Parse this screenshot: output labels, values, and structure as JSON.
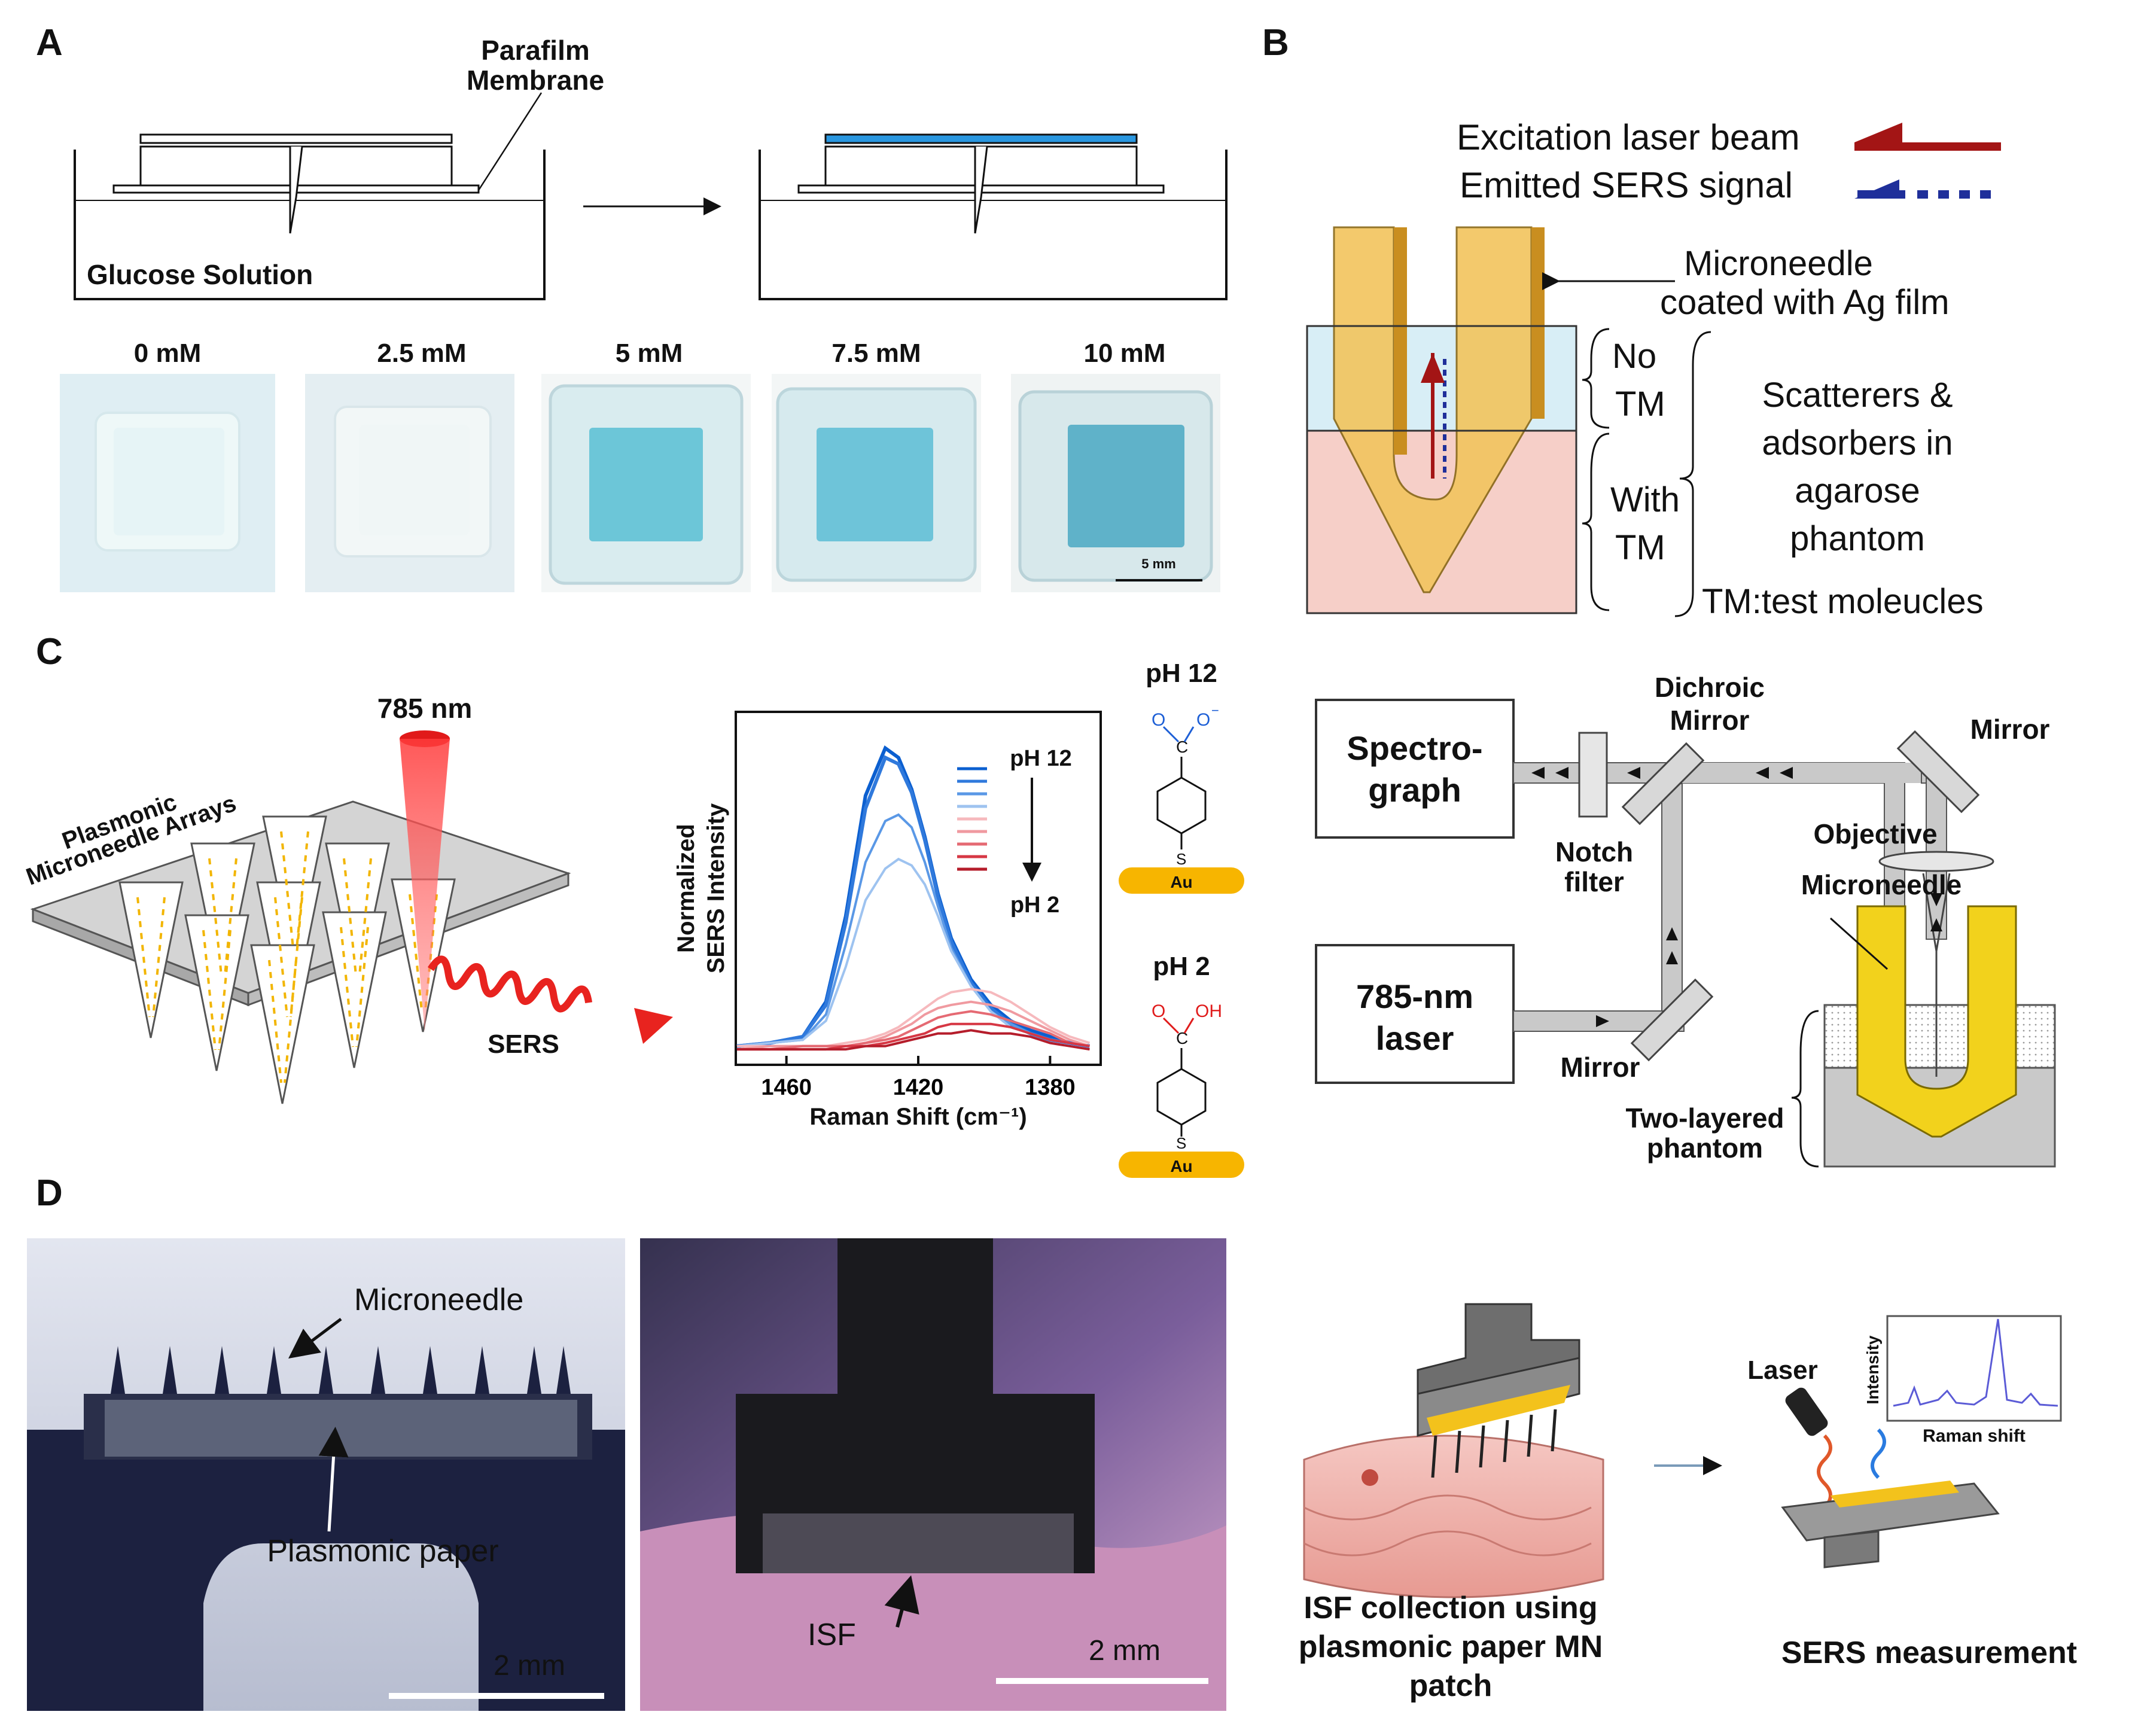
{
  "panels": {
    "a": {
      "letter": "A",
      "parafilm_label_1": "Parafilm",
      "parafilm_label_2": "Membrane",
      "solution_label": "Glucose Solution",
      "concentrations": [
        "0 mM",
        "2.5 mM",
        "5 mM",
        "7.5 mM",
        "10 mM"
      ],
      "patch_colors": [
        "#e6f4f6",
        "#f0f6f6",
        "#6cc6d8",
        "#6ec4d9",
        "#5fb2c9"
      ],
      "scale_bar_label": "5 mm"
    },
    "b": {
      "letter": "B",
      "legend": {
        "excitation": "Excitation laser beam",
        "emitted": "Emitted SERS signal"
      },
      "needle_label_1": "Microneedle",
      "needle_label_2": "coated with Ag film",
      "no_tm_1": "No",
      "no_tm_2": "TM",
      "with_tm_1": "With",
      "with_tm_2": "TM",
      "phantom_lines": [
        "Scatterers &",
        "adsorbers in",
        "agarose",
        "phantom"
      ],
      "tm_note": "TM:test moleucles",
      "setup": {
        "spectrograph_1": "Spectro-",
        "spectrograph_2": "graph",
        "dichroic_1": "Dichroic",
        "dichroic_2": "Mirror",
        "mirror_top": "Mirror",
        "notch_1": "Notch",
        "notch_2": "filter",
        "objective": "Objective",
        "microneedle": "Microneedle",
        "laser_1": "785-nm",
        "laser_2": "laser",
        "mirror_bottom": "Mirror",
        "phantom_1": "Two-layered",
        "phantom_2": "phantom"
      },
      "colors": {
        "excitation": "#a31515",
        "emitted": "#1f2f9a",
        "needle": "#f2c560",
        "phantom": "#f6cfc8"
      }
    },
    "c": {
      "letter": "C",
      "array_label_1": "Plasmonic",
      "array_label_2": "Microneedle Arrays",
      "laser_label": "785 nm",
      "sers_label": "SERS",
      "ph_high": "pH 12",
      "ph_low": "pH 2",
      "au": "Au",
      "s": "S",
      "o": "O",
      "o_minus": "O",
      "oh": "OH",
      "c": "C",
      "colors": {
        "ph_high": "#1d5fd6",
        "ph_low": "#e01b1b",
        "au": "#f7b500"
      }
    },
    "d": {
      "letter": "D",
      "photo1_label_needle": "Microneedle",
      "photo1_label_paper": "Plasmonic paper",
      "photo1_scale": "2 mm",
      "photo2_label_isf": "ISF",
      "photo2_scale": "2 mm",
      "collection_caption": [
        "ISF collection using",
        "plasmonic paper MN",
        "patch"
      ],
      "laser_label": "Laser",
      "inset_ylabel": "Intensity",
      "inset_xlabel": "Raman shift",
      "measurement_caption": "SERS measurement"
    }
  },
  "chart_data": {
    "type": "line",
    "title": "",
    "xlabel": "Raman Shift (cm⁻¹)",
    "ylabel": "Normalized SERS Intensity",
    "xlim": [
      1475,
      1365
    ],
    "xticks": [
      1460,
      1420,
      1380
    ],
    "ylim": [
      0,
      1
    ],
    "x": [
      1475,
      1465,
      1455,
      1448,
      1442,
      1436,
      1430,
      1426,
      1422,
      1418,
      1414,
      1410,
      1404,
      1398,
      1392,
      1386,
      1380,
      1374,
      1368
    ],
    "legend_top": "pH 12",
    "legend_bottom": "pH 2",
    "series": [
      {
        "color": "#0b5fd0",
        "values": [
          0.04,
          0.05,
          0.07,
          0.18,
          0.45,
          0.83,
          0.98,
          0.95,
          0.85,
          0.7,
          0.52,
          0.38,
          0.25,
          0.17,
          0.12,
          0.09,
          0.07,
          0.05,
          0.04
        ]
      },
      {
        "color": "#2f79dc",
        "values": [
          0.04,
          0.05,
          0.07,
          0.17,
          0.43,
          0.79,
          0.95,
          0.93,
          0.84,
          0.69,
          0.51,
          0.37,
          0.24,
          0.16,
          0.11,
          0.08,
          0.06,
          0.05,
          0.04
        ]
      },
      {
        "color": "#5a98e6",
        "values": [
          0.04,
          0.05,
          0.06,
          0.14,
          0.36,
          0.62,
          0.75,
          0.77,
          0.73,
          0.62,
          0.48,
          0.35,
          0.23,
          0.15,
          0.11,
          0.08,
          0.06,
          0.05,
          0.04
        ]
      },
      {
        "color": "#9ec3f0",
        "values": [
          0.04,
          0.05,
          0.06,
          0.12,
          0.29,
          0.5,
          0.6,
          0.63,
          0.61,
          0.55,
          0.45,
          0.34,
          0.23,
          0.15,
          0.1,
          0.08,
          0.06,
          0.05,
          0.04
        ]
      },
      {
        "color": "#f6b9bd",
        "values": [
          0.04,
          0.04,
          0.04,
          0.04,
          0.05,
          0.06,
          0.08,
          0.1,
          0.13,
          0.16,
          0.19,
          0.21,
          0.22,
          0.21,
          0.18,
          0.14,
          0.1,
          0.07,
          0.05
        ]
      },
      {
        "color": "#f09aa0",
        "values": [
          0.03,
          0.04,
          0.04,
          0.04,
          0.04,
          0.05,
          0.07,
          0.09,
          0.11,
          0.14,
          0.16,
          0.17,
          0.18,
          0.17,
          0.15,
          0.12,
          0.09,
          0.06,
          0.04
        ]
      },
      {
        "color": "#e56a73",
        "values": [
          0.03,
          0.03,
          0.04,
          0.04,
          0.04,
          0.05,
          0.06,
          0.07,
          0.09,
          0.11,
          0.13,
          0.14,
          0.15,
          0.14,
          0.12,
          0.1,
          0.08,
          0.05,
          0.04
        ]
      },
      {
        "color": "#d63744",
        "values": [
          0.03,
          0.03,
          0.03,
          0.03,
          0.04,
          0.04,
          0.05,
          0.06,
          0.07,
          0.08,
          0.1,
          0.11,
          0.11,
          0.11,
          0.1,
          0.08,
          0.06,
          0.05,
          0.04
        ]
      },
      {
        "color": "#b51d2b",
        "values": [
          0.03,
          0.03,
          0.03,
          0.03,
          0.03,
          0.04,
          0.04,
          0.05,
          0.06,
          0.07,
          0.08,
          0.08,
          0.09,
          0.08,
          0.08,
          0.07,
          0.05,
          0.04,
          0.03
        ]
      }
    ]
  }
}
